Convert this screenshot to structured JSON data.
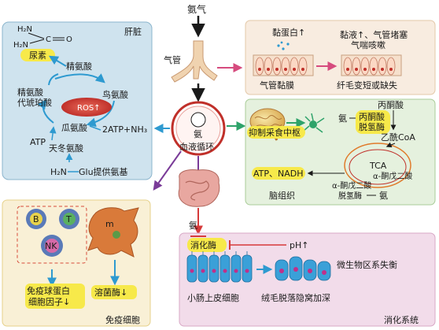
{
  "center": {
    "gas_label": "氨气",
    "trachea_label": "气管",
    "ammonia": "氨",
    "circulation": "血液循环"
  },
  "liver": {
    "title": "肝脏",
    "h2n_top": "H₂N",
    "h2n_mid": "H₂N",
    "c_eq_o": "C",
    "oxygen": "O",
    "urea": "尿素",
    "arginine": "精氨酸",
    "ornithine": "鸟氨酸",
    "ros": "ROS↑",
    "argininosuccinate_line1": "精氨酸",
    "argininosuccinate_line2": "代琥珀酸",
    "citrulline": "瓜氨酸",
    "atp": "ATP",
    "aspartate": "天冬氨酸",
    "atp_nh3": "2ATP+NH₃",
    "h2n_bottom": "H₂N",
    "glu": "Glu提供氨基"
  },
  "airway": {
    "mucin": "黏蛋白↑",
    "effects_line1": "黏液↑、气管堵塞",
    "effects_line2": "气喘咳嗽",
    "mucosa": "气管黏膜",
    "cilia": "纤毛变短或缺失"
  },
  "brain": {
    "ammonia": "氨",
    "pyruvate": "丙酮酸",
    "pdh_line1": "丙酮酸",
    "pdh_line2": "脱氢酶",
    "acetyl_coa": "乙酰CoA",
    "suppress": "抑制采食中枢",
    "tca": "TCA",
    "akg_right": "α-酮戊二酸",
    "atp_nadh": "ATP、NADH",
    "akg_line1": "α-酮戊二酸",
    "akg_line2": "脱氢酶",
    "ammonia_bottom": "氨",
    "tissue": "脑组织"
  },
  "immune": {
    "b": "B",
    "t": "T",
    "nk": "NK",
    "m": "m",
    "ig_line1": "免疫球蛋白",
    "ig_line2": "细胞因子↓",
    "lysozyme": "溶菌酶↓",
    "title": "免疫细胞"
  },
  "digestive": {
    "ammonia": "氨",
    "enzyme": "消化酶",
    "ph": "pH↑",
    "microbiota": "微生物区系失衡",
    "epithelium": "小肠上皮细胞",
    "villi": "绒毛脱落隐窝加深",
    "title": "消化系统"
  },
  "colors": {
    "liver_bg": "#cfe3ee",
    "airway_bg": "#f8ece0",
    "brain_bg": "#e5f1de",
    "immune_bg": "#f9f0d6",
    "digest_bg": "#f2dcea",
    "liver_arrow": "#2e9ad0",
    "airway_arrow": "#d64b7e",
    "brain_arrow": "#2ea36a",
    "immune_arrow": "#7a3b98",
    "digest_arrow": "#d63a3a",
    "label_yellow": "#f7e94a"
  }
}
